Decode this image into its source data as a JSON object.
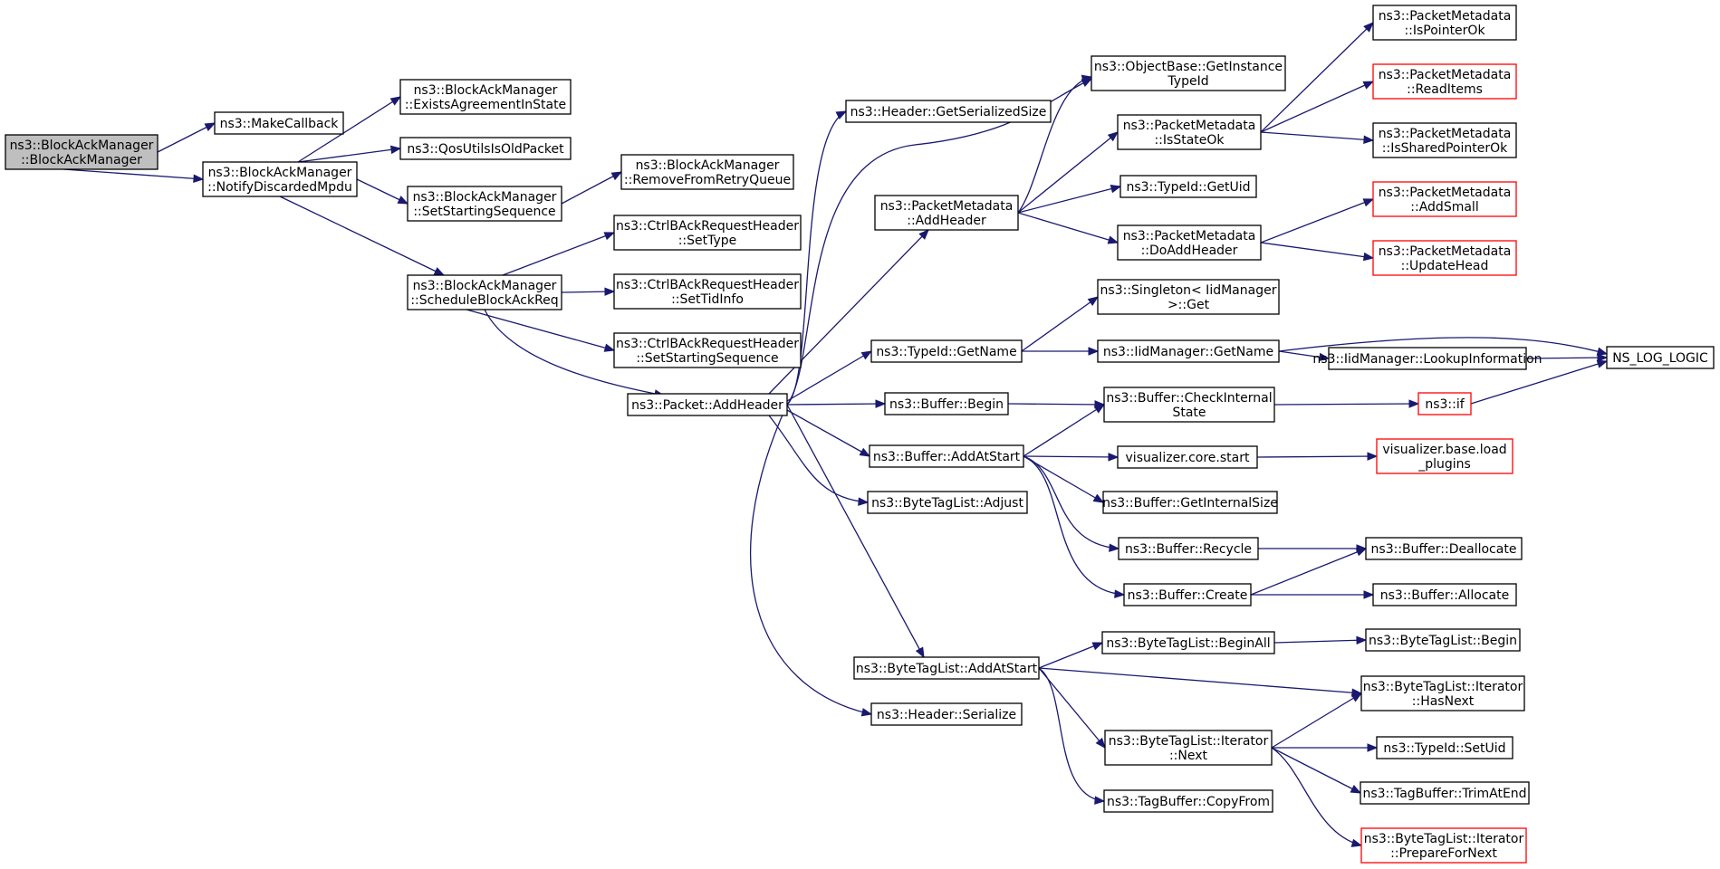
{
  "colors": {
    "edge": "#191970",
    "node_border": "#000000",
    "node_border_truncated": "#ff0000",
    "root_fill": "#bfbfbf",
    "background": "#ffffff"
  },
  "graph": {
    "nodes": [
      {
        "id": "root",
        "lines": [
          "ns3::BlockAckManager",
          "::BlockAckManager"
        ],
        "style": "root"
      },
      {
        "id": "make_callback",
        "lines": [
          "ns3::MakeCallback"
        ]
      },
      {
        "id": "notify_discarded",
        "lines": [
          "ns3::BlockAckManager",
          "::NotifyDiscardedMpdu"
        ]
      },
      {
        "id": "exists_agreement",
        "lines": [
          "ns3::BlockAckManager",
          "::ExistsAgreementInState"
        ]
      },
      {
        "id": "qos_old_packet",
        "lines": [
          "ns3::QosUtilsIsOldPacket"
        ]
      },
      {
        "id": "set_starting_seq",
        "lines": [
          "ns3::BlockAckManager",
          "::SetStartingSequence"
        ]
      },
      {
        "id": "remove_retry",
        "lines": [
          "ns3::BlockAckManager",
          "::RemoveFromRetryQueue"
        ]
      },
      {
        "id": "schedule_bar",
        "lines": [
          "ns3::BlockAckManager",
          "::ScheduleBlockAckReq"
        ]
      },
      {
        "id": "bar_set_type",
        "lines": [
          "ns3::CtrlBAckRequestHeader",
          "::SetType"
        ]
      },
      {
        "id": "bar_set_tid",
        "lines": [
          "ns3::CtrlBAckRequestHeader",
          "::SetTidInfo"
        ]
      },
      {
        "id": "bar_set_seq",
        "lines": [
          "ns3::CtrlBAckRequestHeader",
          "::SetStartingSequence"
        ]
      },
      {
        "id": "packet_add_header",
        "lines": [
          "ns3::Packet::AddHeader"
        ]
      },
      {
        "id": "header_serialized_size",
        "lines": [
          "ns3::Header::GetSerializedSize"
        ]
      },
      {
        "id": "objectbase_instance",
        "lines": [
          "ns3::ObjectBase::GetInstance",
          "TypeId"
        ]
      },
      {
        "id": "pm_add_header",
        "lines": [
          "ns3::PacketMetadata",
          "::AddHeader"
        ]
      },
      {
        "id": "pm_is_state_ok",
        "lines": [
          "ns3::PacketMetadata",
          "::IsStateOk"
        ]
      },
      {
        "id": "typeid_getuid",
        "lines": [
          "ns3::TypeId::GetUid"
        ]
      },
      {
        "id": "pm_do_add_header",
        "lines": [
          "ns3::PacketMetadata",
          "::DoAddHeader"
        ]
      },
      {
        "id": "pm_is_pointer_ok",
        "lines": [
          "ns3::PacketMetadata",
          "::IsPointerOk"
        ]
      },
      {
        "id": "pm_read_items",
        "lines": [
          "ns3::PacketMetadata",
          "::ReadItems"
        ],
        "style": "red"
      },
      {
        "id": "pm_is_shared_ok",
        "lines": [
          "ns3::PacketMetadata",
          "::IsSharedPointerOk"
        ]
      },
      {
        "id": "pm_add_small",
        "lines": [
          "ns3::PacketMetadata",
          "::AddSmall"
        ],
        "style": "red"
      },
      {
        "id": "pm_update_head",
        "lines": [
          "ns3::PacketMetadata",
          "::UpdateHead"
        ],
        "style": "red"
      },
      {
        "id": "singleton_get",
        "lines": [
          "ns3::Singleton< IidManager",
          ">::Get"
        ]
      },
      {
        "id": "typeid_getname",
        "lines": [
          "ns3::TypeId::GetName"
        ]
      },
      {
        "id": "iid_getname",
        "lines": [
          "ns3::IidManager::GetName"
        ]
      },
      {
        "id": "iid_lookup",
        "lines": [
          "ns3::IidManager::LookupInformation"
        ]
      },
      {
        "id": "ns_log_logic",
        "lines": [
          "NS_LOG_LOGIC"
        ]
      },
      {
        "id": "buffer_begin",
        "lines": [
          "ns3::Buffer::Begin"
        ]
      },
      {
        "id": "buffer_check_internal",
        "lines": [
          "ns3::Buffer::CheckInternal",
          "State"
        ]
      },
      {
        "id": "ns3_if",
        "lines": [
          "ns3::if"
        ],
        "style": "red"
      },
      {
        "id": "buffer_add_at_start",
        "lines": [
          "ns3::Buffer::AddAtStart"
        ]
      },
      {
        "id": "vis_core_start",
        "lines": [
          "visualizer.core.start"
        ]
      },
      {
        "id": "vis_load_plugins",
        "lines": [
          "visualizer.base.load",
          "_plugins"
        ],
        "style": "red"
      },
      {
        "id": "btl_adjust",
        "lines": [
          "ns3::ByteTagList::Adjust"
        ]
      },
      {
        "id": "buffer_get_internal_size",
        "lines": [
          "ns3::Buffer::GetInternalSize"
        ]
      },
      {
        "id": "buffer_recycle",
        "lines": [
          "ns3::Buffer::Recycle"
        ]
      },
      {
        "id": "buffer_deallocate",
        "lines": [
          "ns3::Buffer::Deallocate"
        ]
      },
      {
        "id": "buffer_create",
        "lines": [
          "ns3::Buffer::Create"
        ]
      },
      {
        "id": "buffer_allocate",
        "lines": [
          "ns3::Buffer::Allocate"
        ]
      },
      {
        "id": "btl_add_at_start",
        "lines": [
          "ns3::ByteTagList::AddAtStart"
        ]
      },
      {
        "id": "btl_begin_all",
        "lines": [
          "ns3::ByteTagList::BeginAll"
        ]
      },
      {
        "id": "btl_begin",
        "lines": [
          "ns3::ByteTagList::Begin"
        ]
      },
      {
        "id": "btl_iter_has_next",
        "lines": [
          "ns3::ByteTagList::Iterator",
          "::HasNext"
        ]
      },
      {
        "id": "header_serialize",
        "lines": [
          "ns3::Header::Serialize"
        ]
      },
      {
        "id": "btl_iter_next",
        "lines": [
          "ns3::ByteTagList::Iterator",
          "::Next"
        ]
      },
      {
        "id": "typeid_setuid",
        "lines": [
          "ns3::TypeId::SetUid"
        ]
      },
      {
        "id": "tagbuffer_trim",
        "lines": [
          "ns3::TagBuffer::TrimAtEnd"
        ]
      },
      {
        "id": "tagbuffer_copy",
        "lines": [
          "ns3::TagBuffer::CopyFrom"
        ]
      },
      {
        "id": "btl_iter_prepare",
        "lines": [
          "ns3::ByteTagList::Iterator",
          "::PrepareForNext"
        ],
        "style": "red"
      }
    ],
    "edges": [
      [
        "root",
        "make_callback"
      ],
      [
        "root",
        "notify_discarded"
      ],
      [
        "notify_discarded",
        "exists_agreement"
      ],
      [
        "notify_discarded",
        "qos_old_packet"
      ],
      [
        "notify_discarded",
        "set_starting_seq"
      ],
      [
        "notify_discarded",
        "schedule_bar"
      ],
      [
        "set_starting_seq",
        "remove_retry"
      ],
      [
        "schedule_bar",
        "bar_set_type"
      ],
      [
        "schedule_bar",
        "bar_set_tid"
      ],
      [
        "schedule_bar",
        "bar_set_seq"
      ],
      [
        "schedule_bar",
        "packet_add_header"
      ],
      [
        "packet_add_header",
        "header_serialized_size"
      ],
      [
        "packet_add_header",
        "objectbase_instance"
      ],
      [
        "packet_add_header",
        "pm_add_header"
      ],
      [
        "packet_add_header",
        "typeid_getname"
      ],
      [
        "packet_add_header",
        "buffer_begin"
      ],
      [
        "packet_add_header",
        "buffer_add_at_start"
      ],
      [
        "packet_add_header",
        "btl_adjust"
      ],
      [
        "packet_add_header",
        "btl_add_at_start"
      ],
      [
        "packet_add_header",
        "header_serialize"
      ],
      [
        "pm_add_header",
        "objectbase_instance"
      ],
      [
        "pm_add_header",
        "pm_is_state_ok"
      ],
      [
        "pm_add_header",
        "typeid_getuid"
      ],
      [
        "pm_add_header",
        "pm_do_add_header"
      ],
      [
        "pm_is_state_ok",
        "pm_is_pointer_ok"
      ],
      [
        "pm_is_state_ok",
        "pm_read_items"
      ],
      [
        "pm_is_state_ok",
        "pm_is_shared_ok"
      ],
      [
        "pm_do_add_header",
        "pm_add_small"
      ],
      [
        "pm_do_add_header",
        "pm_update_head"
      ],
      [
        "typeid_getname",
        "singleton_get"
      ],
      [
        "typeid_getname",
        "iid_getname"
      ],
      [
        "iid_getname",
        "iid_lookup"
      ],
      [
        "iid_getname",
        "ns_log_logic"
      ],
      [
        "iid_lookup",
        "ns_log_logic"
      ],
      [
        "buffer_begin",
        "buffer_check_internal"
      ],
      [
        "buffer_check_internal",
        "ns3_if"
      ],
      [
        "ns3_if",
        "ns_log_logic"
      ],
      [
        "buffer_add_at_start",
        "buffer_check_internal"
      ],
      [
        "buffer_add_at_start",
        "vis_core_start"
      ],
      [
        "buffer_add_at_start",
        "buffer_get_internal_size"
      ],
      [
        "buffer_add_at_start",
        "buffer_recycle"
      ],
      [
        "buffer_add_at_start",
        "buffer_create"
      ],
      [
        "vis_core_start",
        "vis_load_plugins"
      ],
      [
        "buffer_recycle",
        "buffer_deallocate"
      ],
      [
        "buffer_create",
        "buffer_deallocate"
      ],
      [
        "buffer_create",
        "buffer_allocate"
      ],
      [
        "btl_add_at_start",
        "btl_begin_all"
      ],
      [
        "btl_add_at_start",
        "btl_iter_has_next"
      ],
      [
        "btl_add_at_start",
        "btl_iter_next"
      ],
      [
        "btl_add_at_start",
        "tagbuffer_copy"
      ],
      [
        "btl_begin_all",
        "btl_begin"
      ],
      [
        "btl_iter_next",
        "btl_iter_has_next"
      ],
      [
        "btl_iter_next",
        "typeid_setuid"
      ],
      [
        "btl_iter_next",
        "tagbuffer_trim"
      ],
      [
        "btl_iter_next",
        "btl_iter_prepare"
      ]
    ]
  }
}
